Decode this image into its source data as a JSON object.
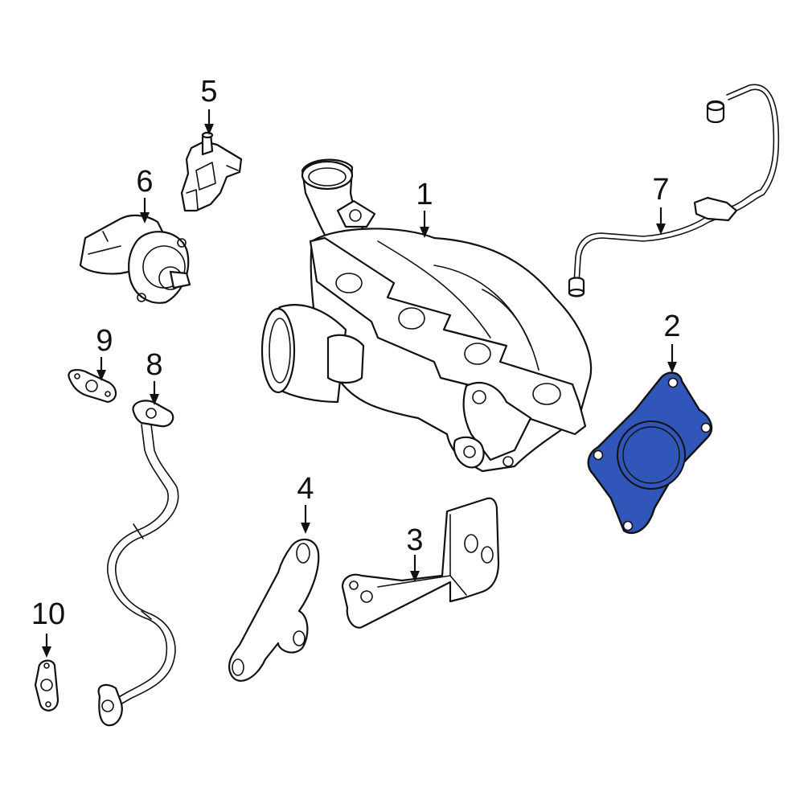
{
  "callouts": [
    "1",
    "2",
    "3",
    "4",
    "5",
    "6",
    "7",
    "8",
    "9",
    "10"
  ],
  "colors": {
    "line": "#111111",
    "background": "#ffffff",
    "highlight_fill": "#2f56b8"
  },
  "highlighted_part": "2"
}
